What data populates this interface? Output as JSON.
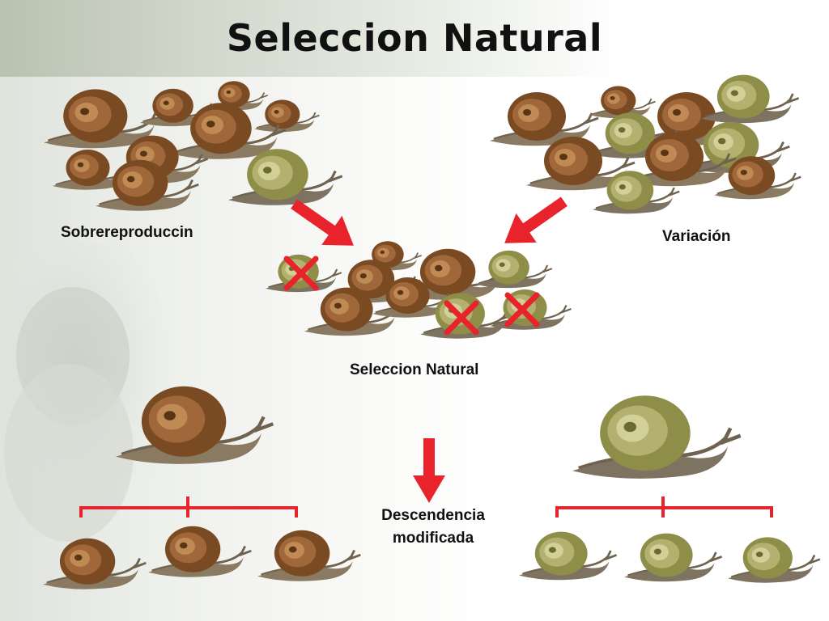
{
  "slide": {
    "title": "Seleccion Natural",
    "labels": {
      "overreproduction": "Sobrereproduccin",
      "variation": "Variación",
      "natural_selection": "Seleccion Natural",
      "offspring_line1": "Descendencia",
      "offspring_line2": "modificada"
    },
    "colors": {
      "arrow": "#e8232b",
      "cross": "#e8232b",
      "shell_brown": "#7a4a22",
      "shell_olive": "#9a9a52",
      "body": "#8a7a62"
    },
    "icons": {
      "snail": "snail-icon",
      "cross": "x-mark-icon",
      "arrow": "arrow-icon",
      "bracket": "family-bracket-icon"
    }
  }
}
